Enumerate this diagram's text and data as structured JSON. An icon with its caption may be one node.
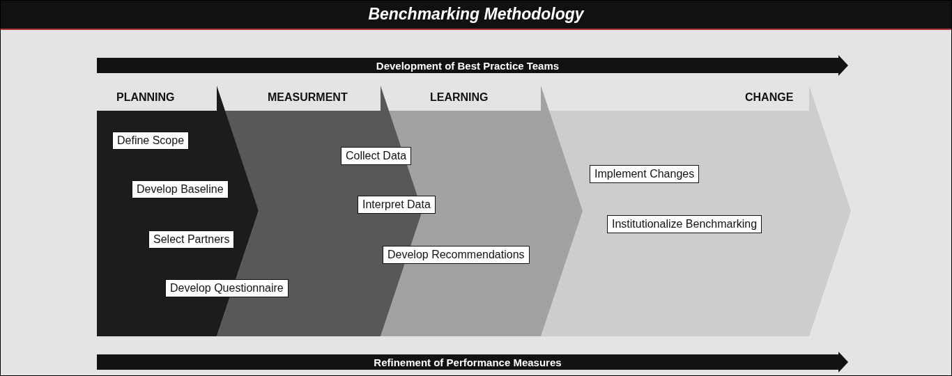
{
  "diagram": {
    "title": "Benchmarking Methodology",
    "nodes": [
      {
        "text": [
          "Development of Best Practice Teams"
        ]
      },
      {
        "text": [
          "Refinement of Performance Measures"
        ]
      },
      {
        "text": [
          "PLANNING"
        ]
      },
      {
        "text": [
          "MEASURMENT"
        ]
      },
      {
        "text": [
          "LEARNING"
        ]
      },
      {
        "text": [
          "CHANGE"
        ]
      },
      {
        "text": [
          "Define Scope"
        ],
        "in": 2
      },
      {
        "text": [
          "Develop Baseline"
        ],
        "in": 2
      },
      {
        "text": [
          "Select Partners"
        ],
        "in": 2
      },
      {
        "text": [
          "Develop Questionnaire"
        ]
      },
      {
        "text": [
          "Collect Data"
        ],
        "in": 3
      },
      {
        "text": [
          "Interpret Data"
        ]
      },
      {
        "text": [
          "Develop Recommendations"
        ],
        "in": 4
      },
      {
        "text": [
          "Implement Changes"
        ],
        "in": 5
      },
      {
        "text": [
          "Institutionalize Benchmarking"
        ],
        "in": 5
      }
    ],
    "edges": []
  }
}
